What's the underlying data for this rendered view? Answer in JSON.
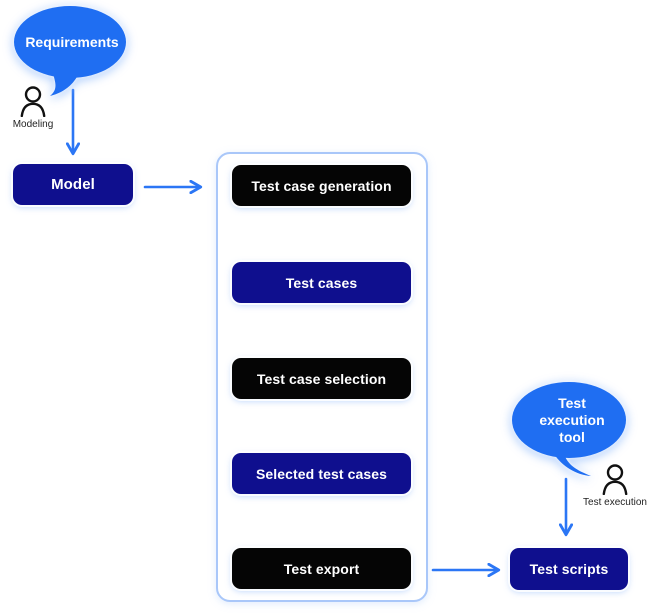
{
  "diagram": {
    "title_hint": "Model-based testing workflow",
    "bubbles": {
      "requirements": "Requirements",
      "execution_tool": "Test execution tool"
    },
    "actors": {
      "modeling": "Modeling",
      "test_execution": "Test execution"
    },
    "nodes": {
      "model": "Model",
      "test_scripts": "Test scripts"
    },
    "pipeline": [
      "Test case generation",
      "Test cases",
      "Test case selection",
      "Selected test cases",
      "Test export"
    ],
    "colors": {
      "bubble_blue": "#1f6ef2",
      "arrow_blue": "#2b76f5",
      "navy_box": "#0f0f8e",
      "black_box": "#050505",
      "container_border": "#a9c7f9"
    }
  }
}
